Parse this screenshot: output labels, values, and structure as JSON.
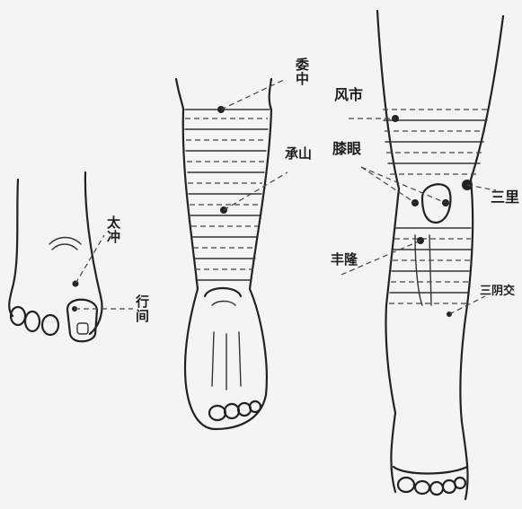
{
  "figures": {
    "foot_top": {
      "points": [
        {
          "id": "taichong",
          "label": "太冲"
        },
        {
          "id": "xingjian",
          "label": "行间"
        }
      ]
    },
    "lower_leg_back": {
      "points": [
        {
          "id": "weizhong",
          "label": "委中"
        },
        {
          "id": "chengshan",
          "label": "承山"
        }
      ]
    },
    "leg_front": {
      "points": [
        {
          "id": "fengshi",
          "label": "风市"
        },
        {
          "id": "xiyan",
          "label": "膝眼"
        },
        {
          "id": "zusanli",
          "label": "三里"
        },
        {
          "id": "fenglong",
          "label": "丰隆"
        },
        {
          "id": "sanyinjiao",
          "label": "三阴交"
        }
      ]
    }
  }
}
